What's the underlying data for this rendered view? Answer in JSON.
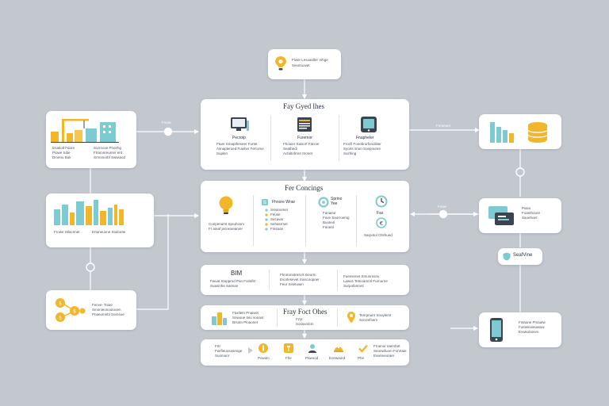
{
  "colors": {
    "background": "#c3c7ce",
    "card": "#ffffff",
    "teal": "#7ecad3",
    "yellow": "#f2b62b",
    "connector": "#ffffff",
    "text": "#2c3340"
  },
  "top_card": {
    "icon": "lightbulb-pin-icon",
    "lines": [
      "Fiwer Lesoanller Vihge",
      "Sesmuovet"
    ]
  },
  "core_services": {
    "title": "Fay Gyed lhes",
    "items": [
      {
        "icon": "monitor-icon",
        "heading": "Pecroip",
        "text": "Ftuer Smaptheseer Furtet\nAsnapleroed Fuwher Ferrome\nSuplen"
      },
      {
        "icon": "document-icon",
        "heading": "Furemor",
        "text": "Fhouier Saisorf Fancer\nSeathedi\nAcfaltofrnre Itronet"
      },
      {
        "icon": "tablet-icon",
        "heading": "Fnapheler",
        "text": "Frocfi Fonebrorfonoliiter\nSyorts snon Soepnunre\nSuzhing"
      }
    ]
  },
  "key_concepts": {
    "title": "Fer Concings",
    "items": [
      {
        "icon": "bulb-icon",
        "text": "Conpenamt Spruhosm\nFr aieaf jecreareamer"
      },
      {
        "icon": "list-icon",
        "heading": "Fhnore Wnar",
        "text": "Sreanomer\nFeuse\nSecaver\nSehasrmel\nFinsaoe"
      },
      {
        "icon": "gear-icon",
        "heading": "Sprino\nYee",
        "text": "Fanaeor\nFuve Saorroemg\nBuoteol\nFaoeal"
      },
      {
        "icon": "clock-icon",
        "heading": "Fas",
        "text": "Sarpotol Ctlshued"
      }
    ]
  },
  "bim_row": {
    "title": "BIM",
    "items": [
      {
        "text": "Fwuat Stopprnd Pan Fotinfitr\nSuasinhe Saiman"
      },
      {
        "text": "Fhrotonntresvit Sieorm\nEvorlesevet Sioscoopner\nFeur Sisetuwin"
      },
      {
        "text": "Fuensnnet Smunrnsnv\nLawvs Tetnoamnrl Furnurne\nSurpofenmnl"
      }
    ]
  },
  "tools_row": {
    "title": "Fray Foct Ohes",
    "center_text": "Fzyt\nSotisurdcm",
    "left": {
      "icon": "building-icon",
      "text": "Faxtletn Pnaiwer\nSnwoue tniu sonaxt\nBrsotn Ploaonet"
    },
    "right": {
      "icon": "pin-icon",
      "text": "Tenrpnonr Snoylemt\nSoromfsem"
    }
  },
  "bottom_row": {
    "items": [
      {
        "icon": "badge-icon",
        "text": "Frtt\nFwrfieuosasenge\nSuomunr"
      },
      {
        "icon": "coin-icon",
        "text": "Powulo"
      },
      {
        "icon": "hammer-icon",
        "text": "Fhe"
      },
      {
        "icon": "worker-icon",
        "text": "Pawood"
      },
      {
        "icon": "hardhat-icon",
        "text": "Eonwaord"
      },
      {
        "icon": "check-icon",
        "text": "Phe"
      },
      {
        "icon": "none",
        "text": "Frnenor Iaemfart\nSeonwfuom Fonrtaie\nEvwnveoraer"
      }
    ]
  },
  "left_column": {
    "construction": {
      "icon": "crane-icon",
      "left": "Enatiolt Fdore\nPiowe Sdie\nDmenu Buk",
      "right": "Surrnove Pnoirhg\nFtramnreumer ent\nSrnnmurbl Swwiaod"
    },
    "skyline": {
      "icon": "skyline-icon",
      "left": "Frowe Stlacnnet",
      "right": "Ertoneuone Stuitonte"
    },
    "network": {
      "icon": "coin-network-icon",
      "text": "Fenve- Toiae\nSmonieonoutooen\nPnaeumnbl Sornsoe"
    }
  },
  "right_column": {
    "chart": {
      "icon": "bar-chart-database-icon"
    },
    "cards": {
      "icon": "cards-icon",
      "text": "Piaso\nFoanthoure\nSaoehoer"
    },
    "service_tag": {
      "icon": "shield-icon",
      "label": "SeafVine"
    },
    "phone": {
      "icon": "phone-icon",
      "text": "Fvtaone Pmautw\nFoewinoieuatuw\nEvwkolsenrn"
    }
  },
  "connector_labels": [
    "Fmoa",
    "Fnraeaet",
    "Fnsie"
  ]
}
